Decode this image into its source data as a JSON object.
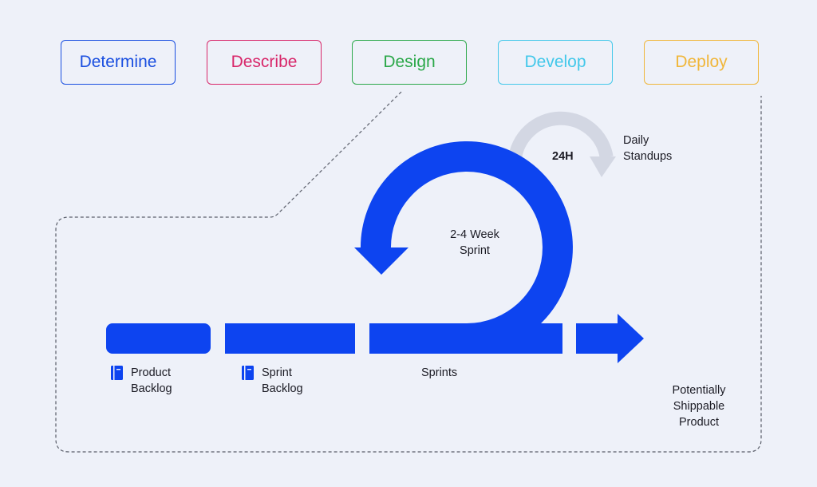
{
  "phases": [
    {
      "label": "Determine",
      "color": "#1a4fe0"
    },
    {
      "label": "Describe",
      "color": "#d8276a"
    },
    {
      "label": "Design",
      "color": "#2ca84a"
    },
    {
      "label": "Develop",
      "color": "#43c8ea"
    },
    {
      "label": "Deploy",
      "color": "#f0b63a"
    }
  ],
  "colors": {
    "primary_blue": "#0d44f0",
    "daily_arrow": "#d3d7e3",
    "dash": "#5a5e6a"
  },
  "labels": {
    "daily_time": "24H",
    "daily_line1": "Daily",
    "daily_line2": "Standups",
    "sprint_line1": "2-4 Week",
    "sprint_line2": "Sprint",
    "product_backlog_line1": "Product",
    "product_backlog_line2": "Backlog",
    "sprint_backlog_line1": "Sprint",
    "sprint_backlog_line2": "Backlog",
    "sprints": "Sprints",
    "shippable_line1": "Potentially",
    "shippable_line2": "Shippable",
    "shippable_line3": "Product"
  },
  "icons": {
    "backlog_icon": "book-icon"
  }
}
